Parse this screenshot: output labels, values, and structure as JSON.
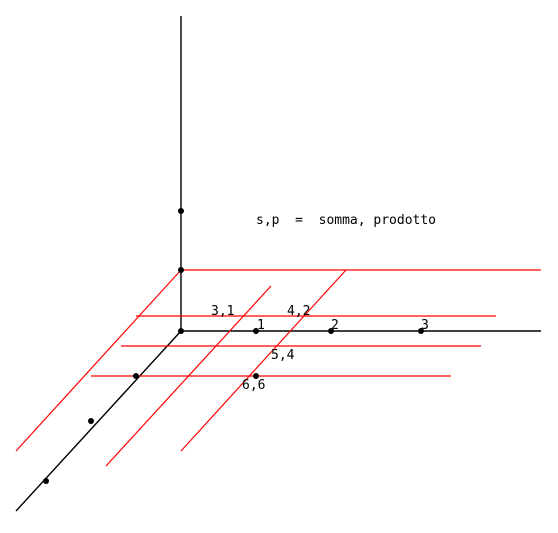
{
  "caption": "s,p  =  somma, prodotto",
  "colors": {
    "axis": "#000000",
    "grid": "#ff0000",
    "point": "#000000",
    "background": "#ffffff"
  },
  "axis_ticks": {
    "t1": "1",
    "t2": "2",
    "t3": "3"
  },
  "point_labels": {
    "p31": "3,1",
    "p42": "4,2",
    "p54": "5,4",
    "p66": "6,6"
  }
}
